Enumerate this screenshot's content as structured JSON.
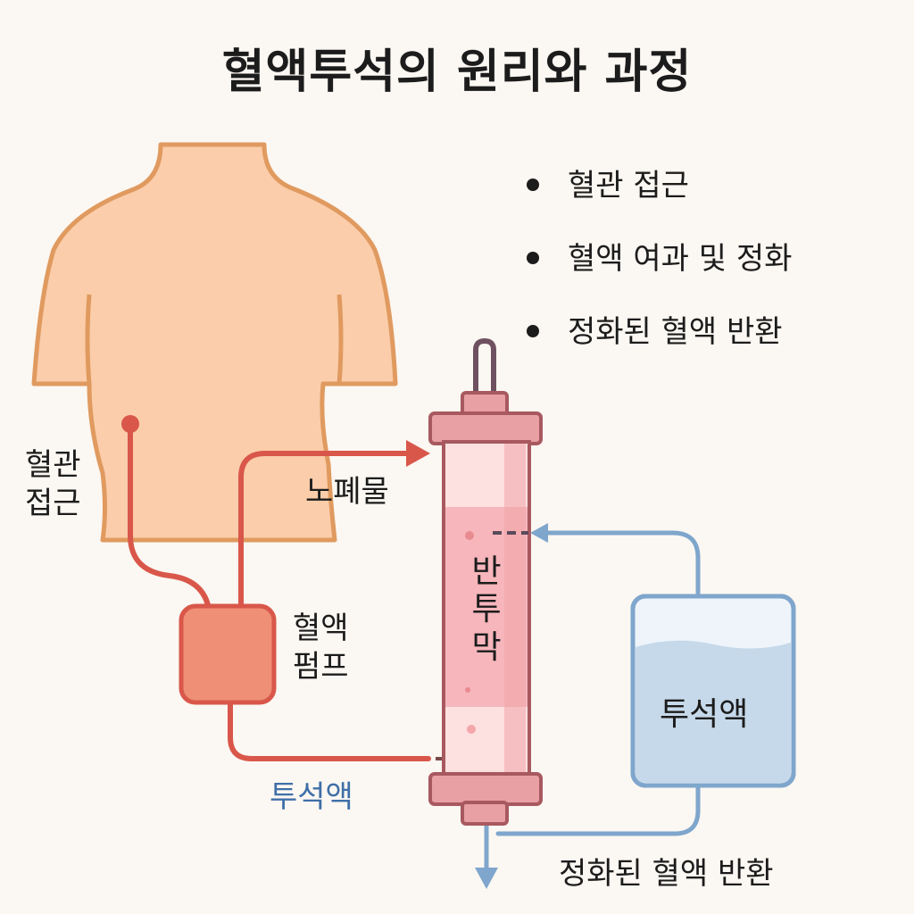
{
  "title": "혈액투석의 원리와 과정",
  "steps": [
    {
      "text": "혈관 접근"
    },
    {
      "text": "혈액 여과 및 정화"
    },
    {
      "text": "정화된 혈액 반환"
    }
  ],
  "labels": {
    "vascular_access_line1": "혈관",
    "vascular_access_line2": "접근",
    "waste": "노폐물",
    "pump_line1": "혈액",
    "pump_line2": "펌프",
    "membrane_1": "반",
    "membrane_2": "투",
    "membrane_3": "막",
    "dialysate_tank": "투석액",
    "dialysate_bottom": "투석액",
    "returned_blood": "정화된 혈액 반환"
  },
  "colors": {
    "skin": "#fbcdaa",
    "skin_outline": "#e09a5f",
    "blood_line": "#d9574a",
    "pump_fill": "#ee8f76",
    "dialysate_line": "#7fa6cc",
    "dialysate_fill": "#c6d9ea",
    "filter_fill": "#f6b6bb",
    "filter_outline": "#a8595f"
  }
}
